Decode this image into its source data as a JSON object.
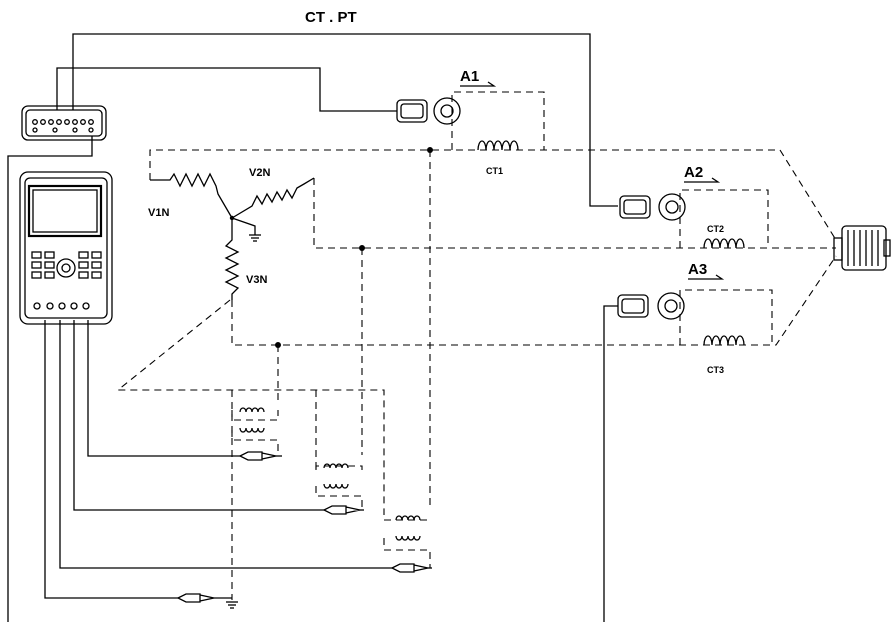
{
  "diagram": {
    "title": "CT . PT",
    "phases": [
      {
        "clamp": "A1",
        "ct": "CT1"
      },
      {
        "clamp": "A2",
        "ct": "CT2"
      },
      {
        "clamp": "A3",
        "ct": "CT3"
      }
    ],
    "voltages": [
      "V1N",
      "V2N",
      "V3N"
    ]
  }
}
